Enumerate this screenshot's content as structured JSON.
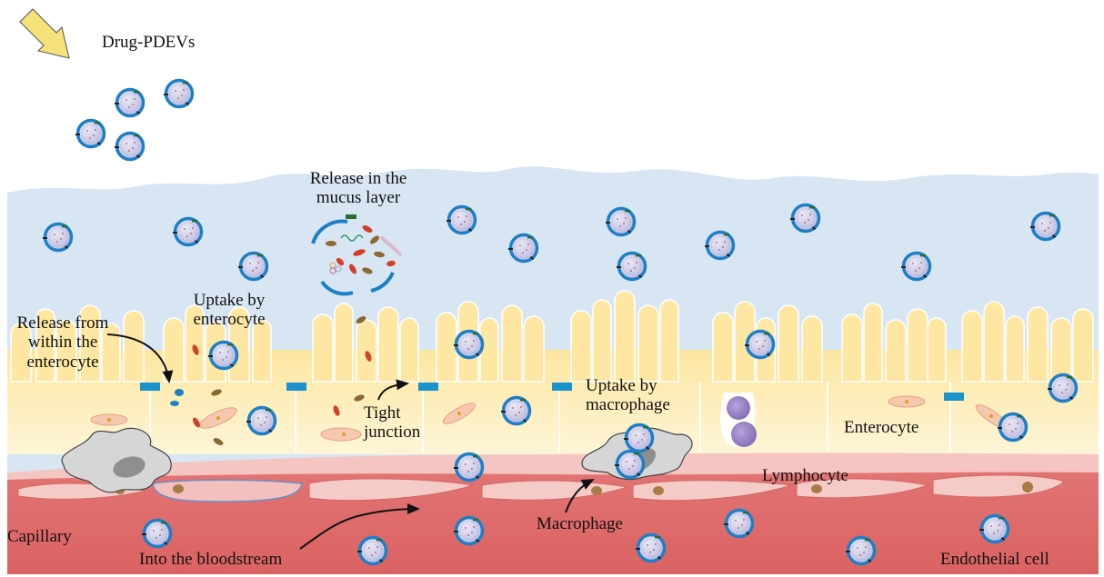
{
  "labels": {
    "drug_pdevs": "Drug-PDEVs",
    "release_mucus": "Release in the\nmucus layer",
    "uptake_enterocyte": "Uptake by\nenterocyte",
    "release_within": "Release from\nwithin the\nenterocyte",
    "tight_junction": "Tight\njunction",
    "uptake_macrophage": "Uptake by\nmacrophage",
    "enterocyte": "Enterocyte",
    "lymphocyte": "Lymphocyte",
    "capillary": "Capillary",
    "into_bloodstream": "Into the bloodstream",
    "macrophage": "Macrophage",
    "endothelial_cell": "Endothelial cell"
  },
  "colors": {
    "mucus": "#d7e5f3",
    "epithelium": "#fde9a8",
    "lamina": "#f4c4c0",
    "capillary": "#e06d6d",
    "vesicle_ring": "#1f7fc4",
    "vesicle_fill": "#c9c9e8",
    "tight_junction": "#1993c9",
    "macrophage": "#d4d4d4",
    "nucleus_dark": "#8f8f8f",
    "lymphocyte": "#9a84c4"
  },
  "icons": [
    "arrow-icon",
    "vesicle-icon",
    "macrophage-icon",
    "lymphocyte-icon",
    "tight-junction-icon"
  ]
}
